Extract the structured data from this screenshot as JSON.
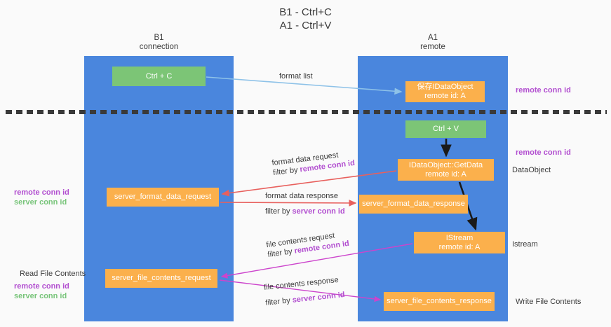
{
  "title": "B1 - Ctrl+C\nA1 - Ctrl+V",
  "lanes": [
    {
      "name": "b1",
      "header": "B1\nconnection"
    },
    {
      "name": "a1",
      "header": "A1\nremote"
    }
  ],
  "boxes": {
    "ctrl_c": "Ctrl + C",
    "data_object": "保存IDataObject\nremote id: A",
    "ctrl_v": "Ctrl + V",
    "get_data": "IDataObject::GetData\nremote id: A",
    "server_format_data_request": "server_format_data_request",
    "server_format_data_response": "server_format_data_response",
    "istream": "IStream\nremote id: A",
    "server_file_contents_request": "server_file_contents_request",
    "server_file_contents_response": "server_file_contents_response"
  },
  "edge_labels": {
    "format_list": "format list",
    "format_data_request": "format data request",
    "format_data_request_filter_prefix": "filter by ",
    "format_data_request_filter_key": "remote conn id",
    "format_data_response": "format data response",
    "format_data_response_filter_prefix": "filter by ",
    "format_data_response_filter_key": "server conn id",
    "file_contents_request": "file contents request",
    "file_contents_request_filter_prefix": "filter by ",
    "file_contents_request_filter_key": "remote conn id",
    "file_contents_response": "file contents response",
    "file_contents_response_filter_prefix": "filter by ",
    "file_contents_response_filter_key": "server conn id"
  },
  "annotations": {
    "right_remote_conn_id_top": "remote conn id",
    "right_remote_conn_id_mid": "remote conn id",
    "right_dataobject": "DataObject",
    "right_istream": "Istream",
    "right_write_file_contents": "Write File Contents",
    "left_remote_conn_id_mid": "remote conn id",
    "left_server_conn_id_mid": "server conn id",
    "left_read_file_contents": "Read File Contents",
    "left_remote_conn_id_bottom": "remote conn id",
    "left_server_conn_id_bottom": "server conn id"
  },
  "colors": {
    "lane": "#4a86dd",
    "green_box": "#7cc576",
    "orange_box": "#fbb04c",
    "background": "#fafafa",
    "purple_text": "#b24fd0",
    "green_text": "#77c479",
    "arrow_blue": "#8ec2e8",
    "arrow_red": "#e8605d",
    "arrow_black": "#1a1a1a",
    "arrow_magenta": "#cc44cc"
  }
}
